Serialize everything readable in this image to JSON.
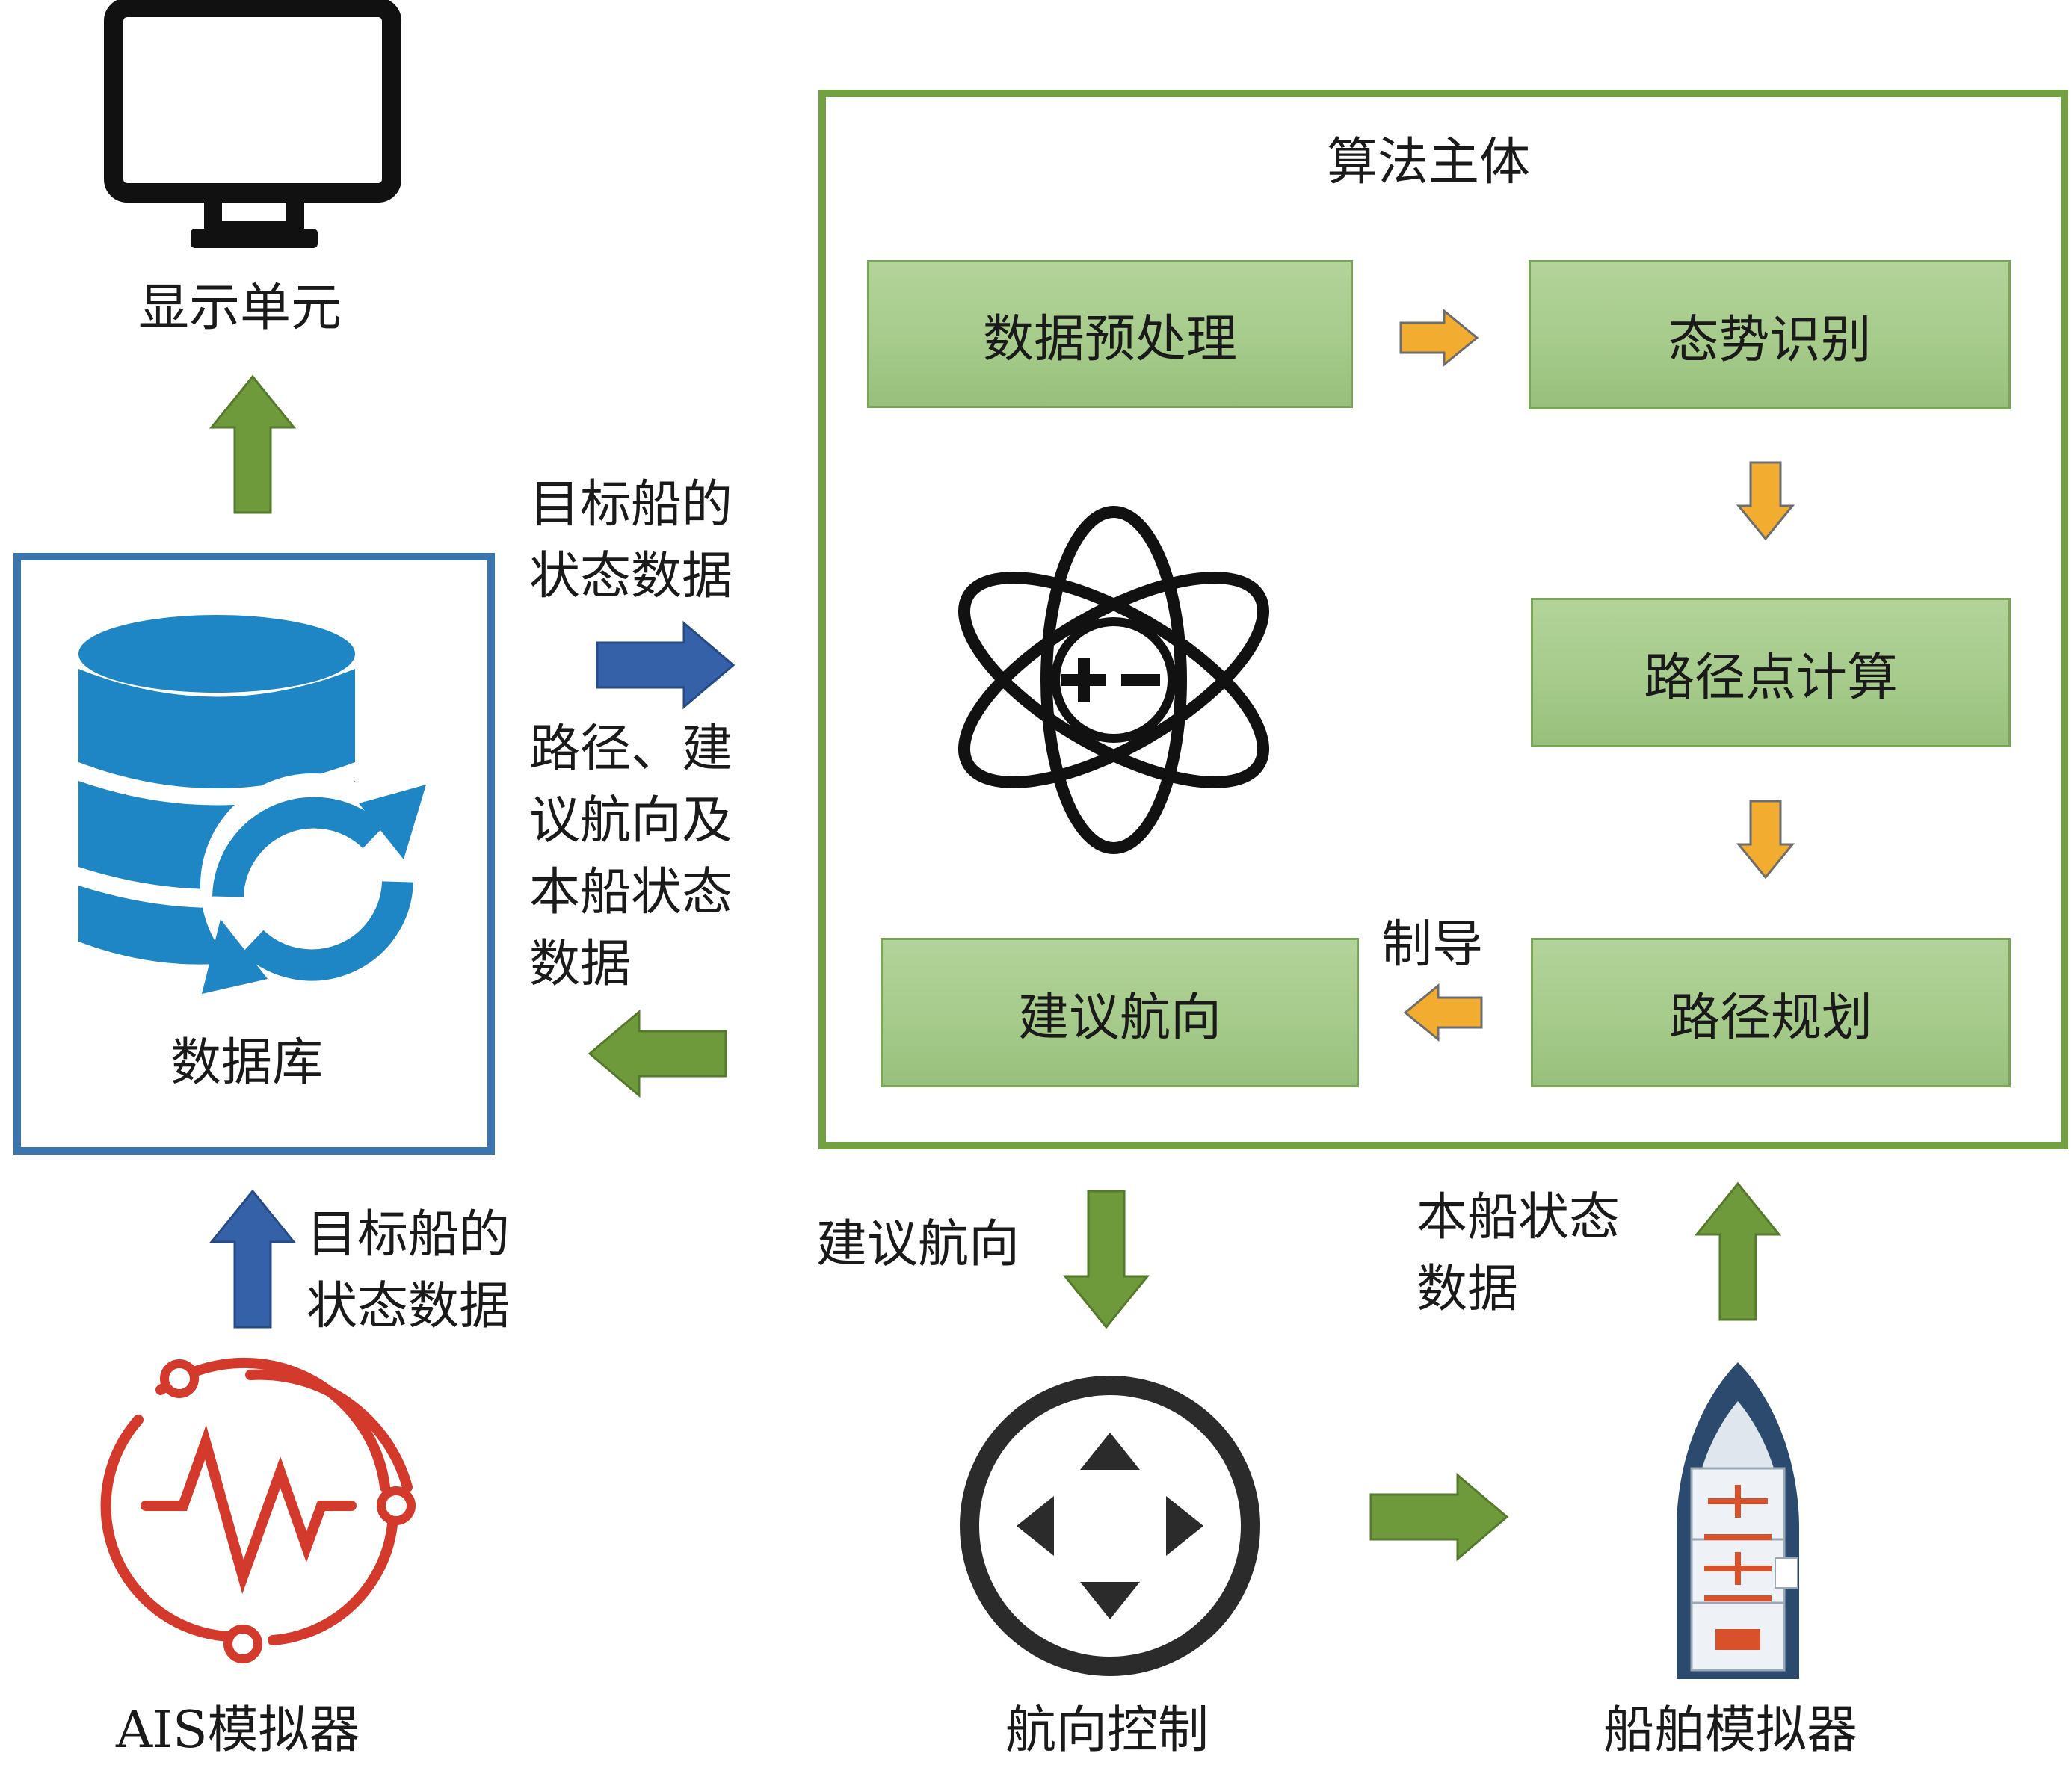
{
  "display_unit": {
    "label": "显示单元"
  },
  "database": {
    "label": "数据库"
  },
  "ais_simulator": {
    "label": "AIS模拟器"
  },
  "heading_control": {
    "label": "航向控制"
  },
  "ship_simulator": {
    "label": "船舶模拟器"
  },
  "algorithm": {
    "title": "算法主体",
    "boxes": {
      "preprocess": "数据预处理",
      "situation": "态势识别",
      "waypoint": "路径点计算",
      "path_planning": "路径规划",
      "suggest_heading": "建议航向"
    },
    "guidance_label": "制导"
  },
  "edge_labels": {
    "target_state_to_algo": "目标船的\n状态数据",
    "algo_to_db": "路径、建\n议航向及\n本船状态\n数据",
    "ais_to_db": "目标船的\n状态数据",
    "algo_to_control": "建议航向",
    "ship_to_algo": "本船状态\n数据"
  },
  "colors": {
    "green_arrow": "#6f9a3c",
    "blue_arrow": "#3561a8",
    "orange_arrow": "#f2ac2f",
    "algo_border": "#72a043",
    "db_border": "#3b75b0",
    "db_icon": "#1e86c4",
    "ais_icon": "#d33a2c"
  }
}
